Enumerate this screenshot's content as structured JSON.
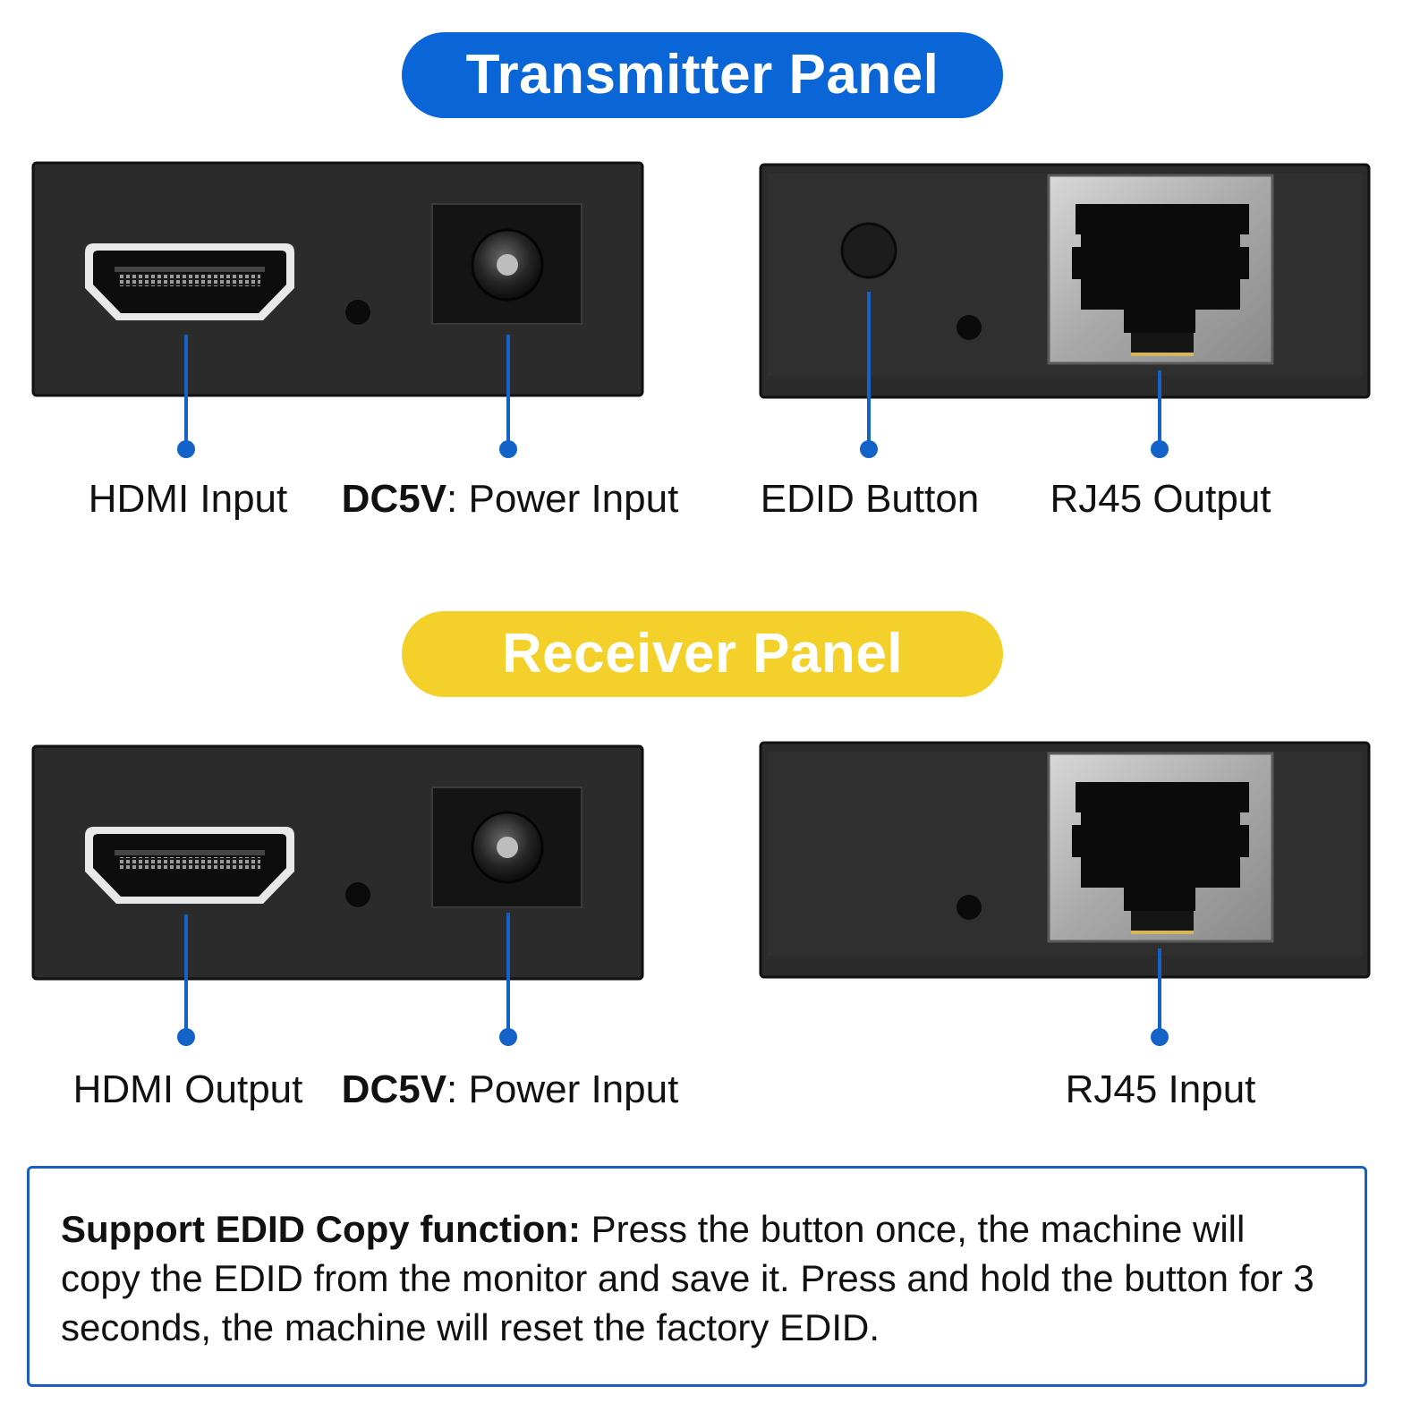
{
  "colors": {
    "transmitter_pill": "#0a66d6",
    "receiver_pill": "#f3d12a",
    "callout_line": "#1262c8",
    "device_body": "#2b2b2b",
    "note_border": "#1a5fbf"
  },
  "transmitter": {
    "title": "Transmitter Panel",
    "labels": {
      "hdmi": "HDMI Input",
      "dc_strong": "DC5V",
      "dc_rest": ": Power Input",
      "edid": "EDID Button",
      "rj45": "RJ45 Output"
    }
  },
  "receiver": {
    "title": "Receiver Panel",
    "labels": {
      "hdmi": "HDMI Output",
      "dc_strong": "DC5V",
      "dc_rest": ": Power Input",
      "rj45": "RJ45 Input"
    }
  },
  "note": {
    "heading": "Support EDID Copy function:",
    "body": " Press the button once, the machine will copy the EDID from the monitor and save it. Press and hold the button for 3 seconds, the machine will reset the factory EDID."
  },
  "icons": [
    "hdmi-port-icon",
    "dc-jack-icon",
    "edid-button-icon",
    "rj45-port-icon",
    "led-hole-icon"
  ]
}
